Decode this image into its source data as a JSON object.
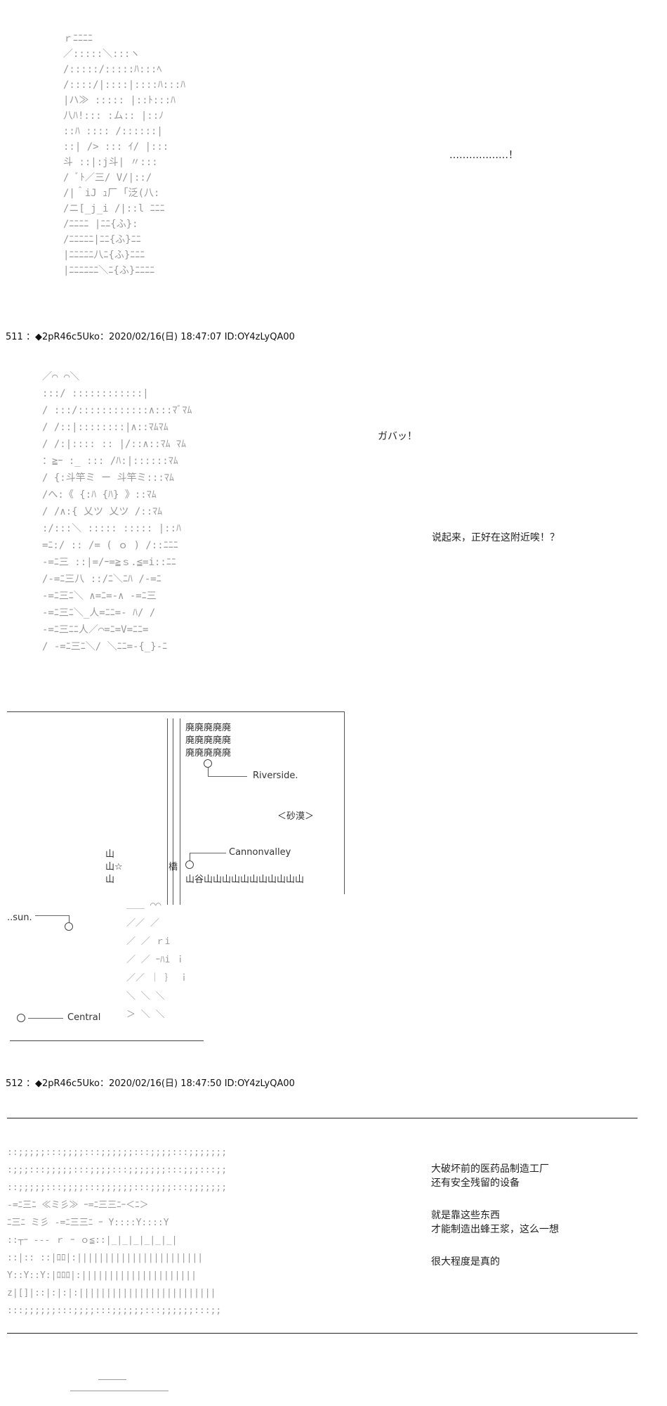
{
  "posts": [
    {
      "header": "511 ：◆2pR46c5Uko：2020/02/16(日) 18:47:07 ID:OY4zLyQA00",
      "lines": [
        "ガバッ！",
        "说起来，正好在这附近唉！？"
      ]
    },
    {
      "header": "512 ：◆2pR46c5Uko：2020/02/16(日) 18:47:50 ID:OY4zLyQA00",
      "lines": [
        "大破坏前的医药品制造工厂",
        "还有安全残留的设备",
        "就是靠这些东西",
        "才能制造出蜂王浆，这么一想",
        "很大程度是真的"
      ]
    }
  ],
  "top": {
    "dots": "………………！"
  },
  "map": {
    "rows": [
      "廃廃廃廃廃",
      "廃廃廃廃廃",
      "廃廃廃廃廃"
    ],
    "riverside": "Riverside.",
    "desert": "＜砂漠＞",
    "cannonvalley": "Cannonvalley",
    "mountain1": "山",
    "mountain2": "山☆",
    "mountain3": "山",
    "bridge": "橋",
    "valley_row": "山谷山山山山山山山山山山山",
    "sun": "..sun.",
    "central": "Central"
  },
  "art": {
    "a1": "ｒﾆﾆﾆﾆ\n／:::::＼:::ヽ\n/:::::/:::::ﾊ:::ﾍ\n/::::/|::::|::::ﾊ:::ﾊ\n|ハ≫ ::::: |::ﾄ:::ﾊ\n八ﾊ!::: :ム:: |::ﾉ\n::ﾊ :::: /::::::|\n::| /> ::: ｲ/ |:::\n斗 ::|:j斗| 〃:::\n/ ﾞﾄ／三/ V/|::/\n/|＾iJ ｭ厂 ｢泛(八:\n/ニ[_j_i /|::l ﾆﾆﾆ\n/ﾆﾆﾆﾆ |ﾆﾆ{ふ}:\n/ﾆﾆﾆﾆﾆ|ﾆﾆ{ふ}ﾆﾆ\n|ﾆﾆﾆﾆﾆ八ﾆ{ふ}ﾆﾆﾆ\n|ﾆﾆﾆﾆﾆﾆ＼ﾆ{ふ}ﾆﾆﾆﾆ",
    "a2": "／⌒ ⌒＼\n:::/ ::::::::::::|\n/ :::/::::::::::::∧:::ﾏﾞﾏﾑ\n/ /::|::::::::|∧::ﾏﾑﾏﾑ\n/ /:|:::: :: |/::∧::ﾏﾑ ﾏﾑ\n：≧ｰ :_ ::: /ﾊ:|::::::ﾏﾑ\n/ {:斗竿ミ ー 斗竿ミ:::ﾏﾑ\n/へ:《 {:ﾊ {ﾊ} 》::ﾏﾑ\n/ /∧:{ 乂ツ 乂ツ /::ﾏﾑ\n:/:::＼ ::::: ::::: |::ﾊ\n=ﾆ:/ :: /= ( ｏ ) /::ﾆﾆﾆ\n-=ﾆ三 ::|=/ｰ=≧ｓ.≦=i::ﾆﾆ\n/-=ﾆ三八 ::/ﾆ＼ﾆﾊ /-=ﾆ\n-=ﾆ三ﾆ＼ ∧=ﾆ=-∧ -=ﾆ三\n-=ﾆ三ﾆ＼_人=ﾆﾆ=- ﾊ/ /\n-=ﾆ三ﾆﾆ人／⌒=ﾆ=V=ﾆﾆ=\n/ -=ﾆ三ﾆ＼/ ＼ﾆﾆ=-{_}-ﾆ",
    "a3": "＿＿ ⌒⌒\n／／ ／\n／ ／ ｒi\n／ ／ ｰﾊi ｉ\n／／ ｜ ｝ ｉ\n＼ ＼ ＼\n＞ ＼ ＼",
    "a4": "::;;;;;:::;;;;:::;;;;;;:::;;;;:::;;;;;;;\n:;;;:::;;;;;:::;;;;:::;;;;;;;:::;;;:::;;\n::;;;;;:::;;;;:::;;;;;;:::;;;;:::;;;;;;;\n-=ﾆ三ﾆ ≪ミ彡≫ ｰ=ﾆ三三ﾆｰ＜ﾆ＞\nﾆ三ﾆ ミ彡 -=ﾆ三三ﾆ ｰ Y::::Y::::Y\n::┬ｰ --- ｒ ｰ ｏ≦::|_|_|_|_|_|_|\n::|:: ::|ﾛﾛ|:|||||||||||||||||||||||\nY::Y::Y:|ﾛﾛﾛ|:|||||||||||||||||||||\nz|[]|::|:|:|:|||||||||||||||||||||||||\n:::;;;;;;:::;;;;:::;;;;;;:::;;;;;;:::;;"
  }
}
